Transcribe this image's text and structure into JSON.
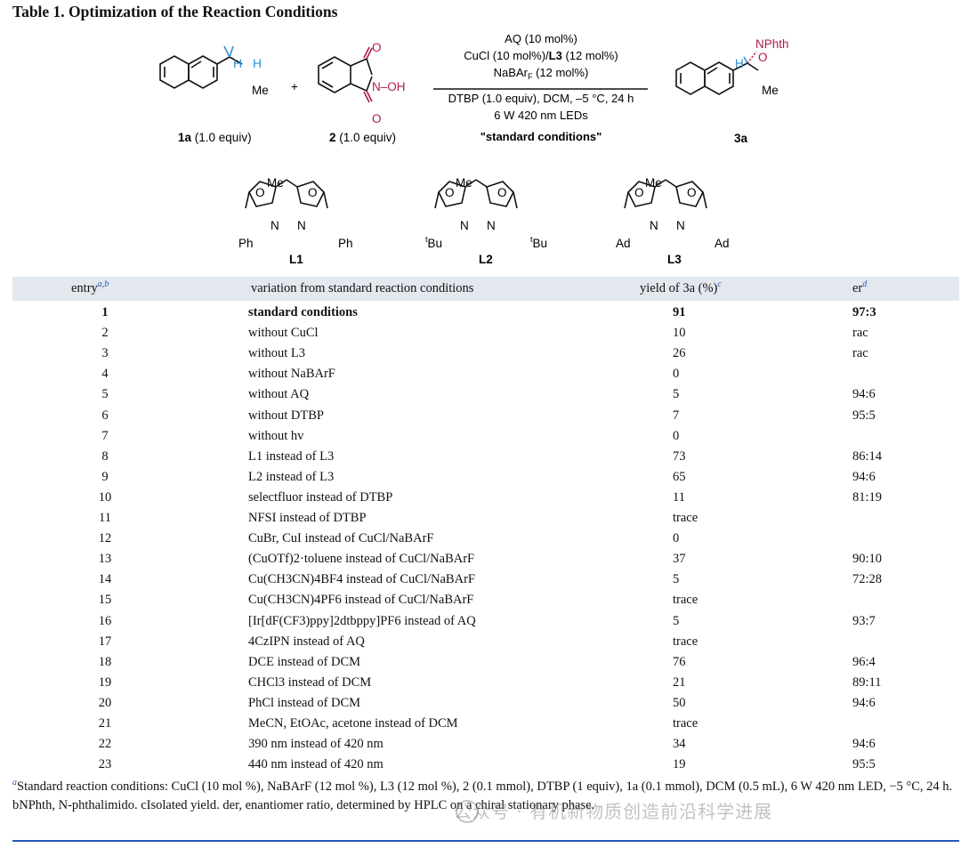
{
  "title": "Table 1. Optimization of the Reaction Conditions",
  "scheme": {
    "reagents_above": [
      "AQ (10 mol%)",
      "CuCl (10 mol%)/",
      "L3",
      " (12 mol%)",
      "NaBAr",
      "F",
      " (12 mol%)"
    ],
    "reagents_below": [
      "DTBP (1.0 equiv), DCM, –5 °C, 24 h",
      "6 W 420 nm LEDs"
    ],
    "standard_label": "\"standard conditions\"",
    "sm1_label": "1a",
    "sm1_equiv": " (1.0 equiv)",
    "sm2_label": "2",
    "sm2_equiv": " (1.0 equiv)",
    "product_label": "3a",
    "plus": "+",
    "atoms": {
      "H": "H",
      "Me": "Me",
      "N": "N",
      "OH": "N–OH",
      "O": "O",
      "NPhth": "NPhth",
      "Ph": "Ph",
      "tBu": "Bu",
      "t": "t",
      "Ad": "Ad"
    },
    "ligands": [
      "L1",
      "L2",
      "L3"
    ]
  },
  "table": {
    "headers": {
      "entry": "entry",
      "entry_sup": "a,b",
      "variation": "variation from standard reaction conditions",
      "yield": "yield of 3a (%)",
      "yield_sup": "c",
      "er": "er",
      "er_sup": "d"
    },
    "rows": [
      {
        "entry": "1",
        "variation": "standard conditions",
        "yield": "91",
        "er": "97:3"
      },
      {
        "entry": "2",
        "variation": "without CuCl",
        "yield": "10",
        "er": "rac"
      },
      {
        "entry": "3",
        "variation": "without L3",
        "yield": "26",
        "er": "rac"
      },
      {
        "entry": "4",
        "variation": "without NaBArF",
        "yield": "0",
        "er": ""
      },
      {
        "entry": "5",
        "variation": "without AQ",
        "yield": "5",
        "er": "94:6"
      },
      {
        "entry": "6",
        "variation": "without DTBP",
        "yield": "7",
        "er": "95:5"
      },
      {
        "entry": "7",
        "variation": "without hv",
        "yield": "0",
        "er": ""
      },
      {
        "entry": "8",
        "variation": "L1 instead of L3",
        "yield": "73",
        "er": "86:14"
      },
      {
        "entry": "9",
        "variation": "L2 instead of L3",
        "yield": "65",
        "er": "94:6"
      },
      {
        "entry": "10",
        "variation": "selectfluor instead of DTBP",
        "yield": "11",
        "er": "81:19"
      },
      {
        "entry": "11",
        "variation": "NFSI instead of DTBP",
        "yield": "trace",
        "er": ""
      },
      {
        "entry": "12",
        "variation": "CuBr, CuI instead of CuCl/NaBArF",
        "yield": "0",
        "er": ""
      },
      {
        "entry": "13",
        "variation": "(CuOTf)2·toluene instead of CuCl/NaBArF",
        "yield": "37",
        "er": "90:10"
      },
      {
        "entry": "14",
        "variation": "Cu(CH3CN)4BF4 instead of CuCl/NaBArF",
        "yield": "5",
        "er": "72:28"
      },
      {
        "entry": "15",
        "variation": "Cu(CH3CN)4PF6 instead of CuCl/NaBArF",
        "yield": "trace",
        "er": ""
      },
      {
        "entry": "16",
        "variation": "[Ir[dF(CF3)ppy]2dtbppy]PF6 instead of AQ",
        "yield": "5",
        "er": "93:7"
      },
      {
        "entry": "17",
        "variation": "4CzIPN instead of AQ",
        "yield": "trace",
        "er": ""
      },
      {
        "entry": "18",
        "variation": "DCE instead of DCM",
        "yield": "76",
        "er": "96:4"
      },
      {
        "entry": "19",
        "variation": "CHCl3 instead of DCM",
        "yield": "21",
        "er": "89:11"
      },
      {
        "entry": "20",
        "variation": "PhCl instead of DCM",
        "yield": "50",
        "er": "94:6"
      },
      {
        "entry": "21",
        "variation": "MeCN, EtOAc, acetone instead of DCM",
        "yield": "trace",
        "er": ""
      },
      {
        "entry": "22",
        "variation": "390 nm instead of 420 nm",
        "yield": "34",
        "er": "94:6"
      },
      {
        "entry": "23",
        "variation": "440 nm instead of 420 nm",
        "yield": "19",
        "er": "95:5"
      }
    ]
  },
  "footnote": "Standard reaction conditions: CuCl (10 mol %), NaBArF (12 mol %), L3 (12 mol %), 2 (0.1 mmol), DTBP (1 equiv), 1a (0.1 mmol), DCM (0.5 mL), 6 W 420 nm LED, −5 °C, 24 h. bNPhth, N-phthalimido. cIsolated yield. der, enantiomer ratio, determined by HPLC on a chiral stationary phase.",
  "watermark": "公众号 · 有机新物质创造前沿科学进展",
  "colors": {
    "header_bg": "#e3e7ee",
    "accent_blue": "#2a58b8",
    "hetero": "#b0174f",
    "h_blue": "#2f8fd0"
  }
}
